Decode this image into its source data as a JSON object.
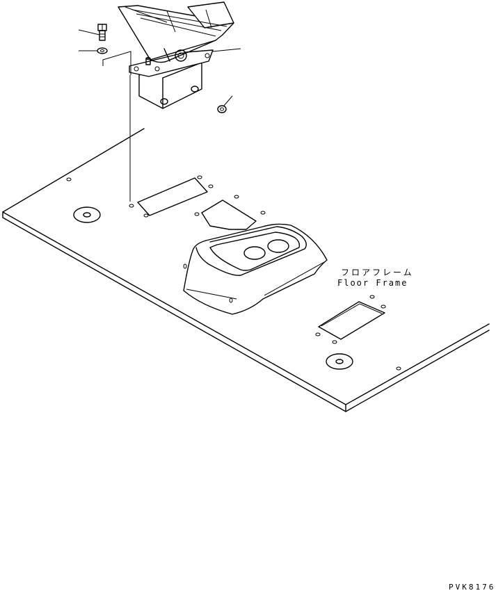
{
  "callouts": {
    "floor_frame_jp": "フロアフレーム",
    "floor_frame_en": "Floor Frame"
  },
  "drawing_code": "PVK8176"
}
